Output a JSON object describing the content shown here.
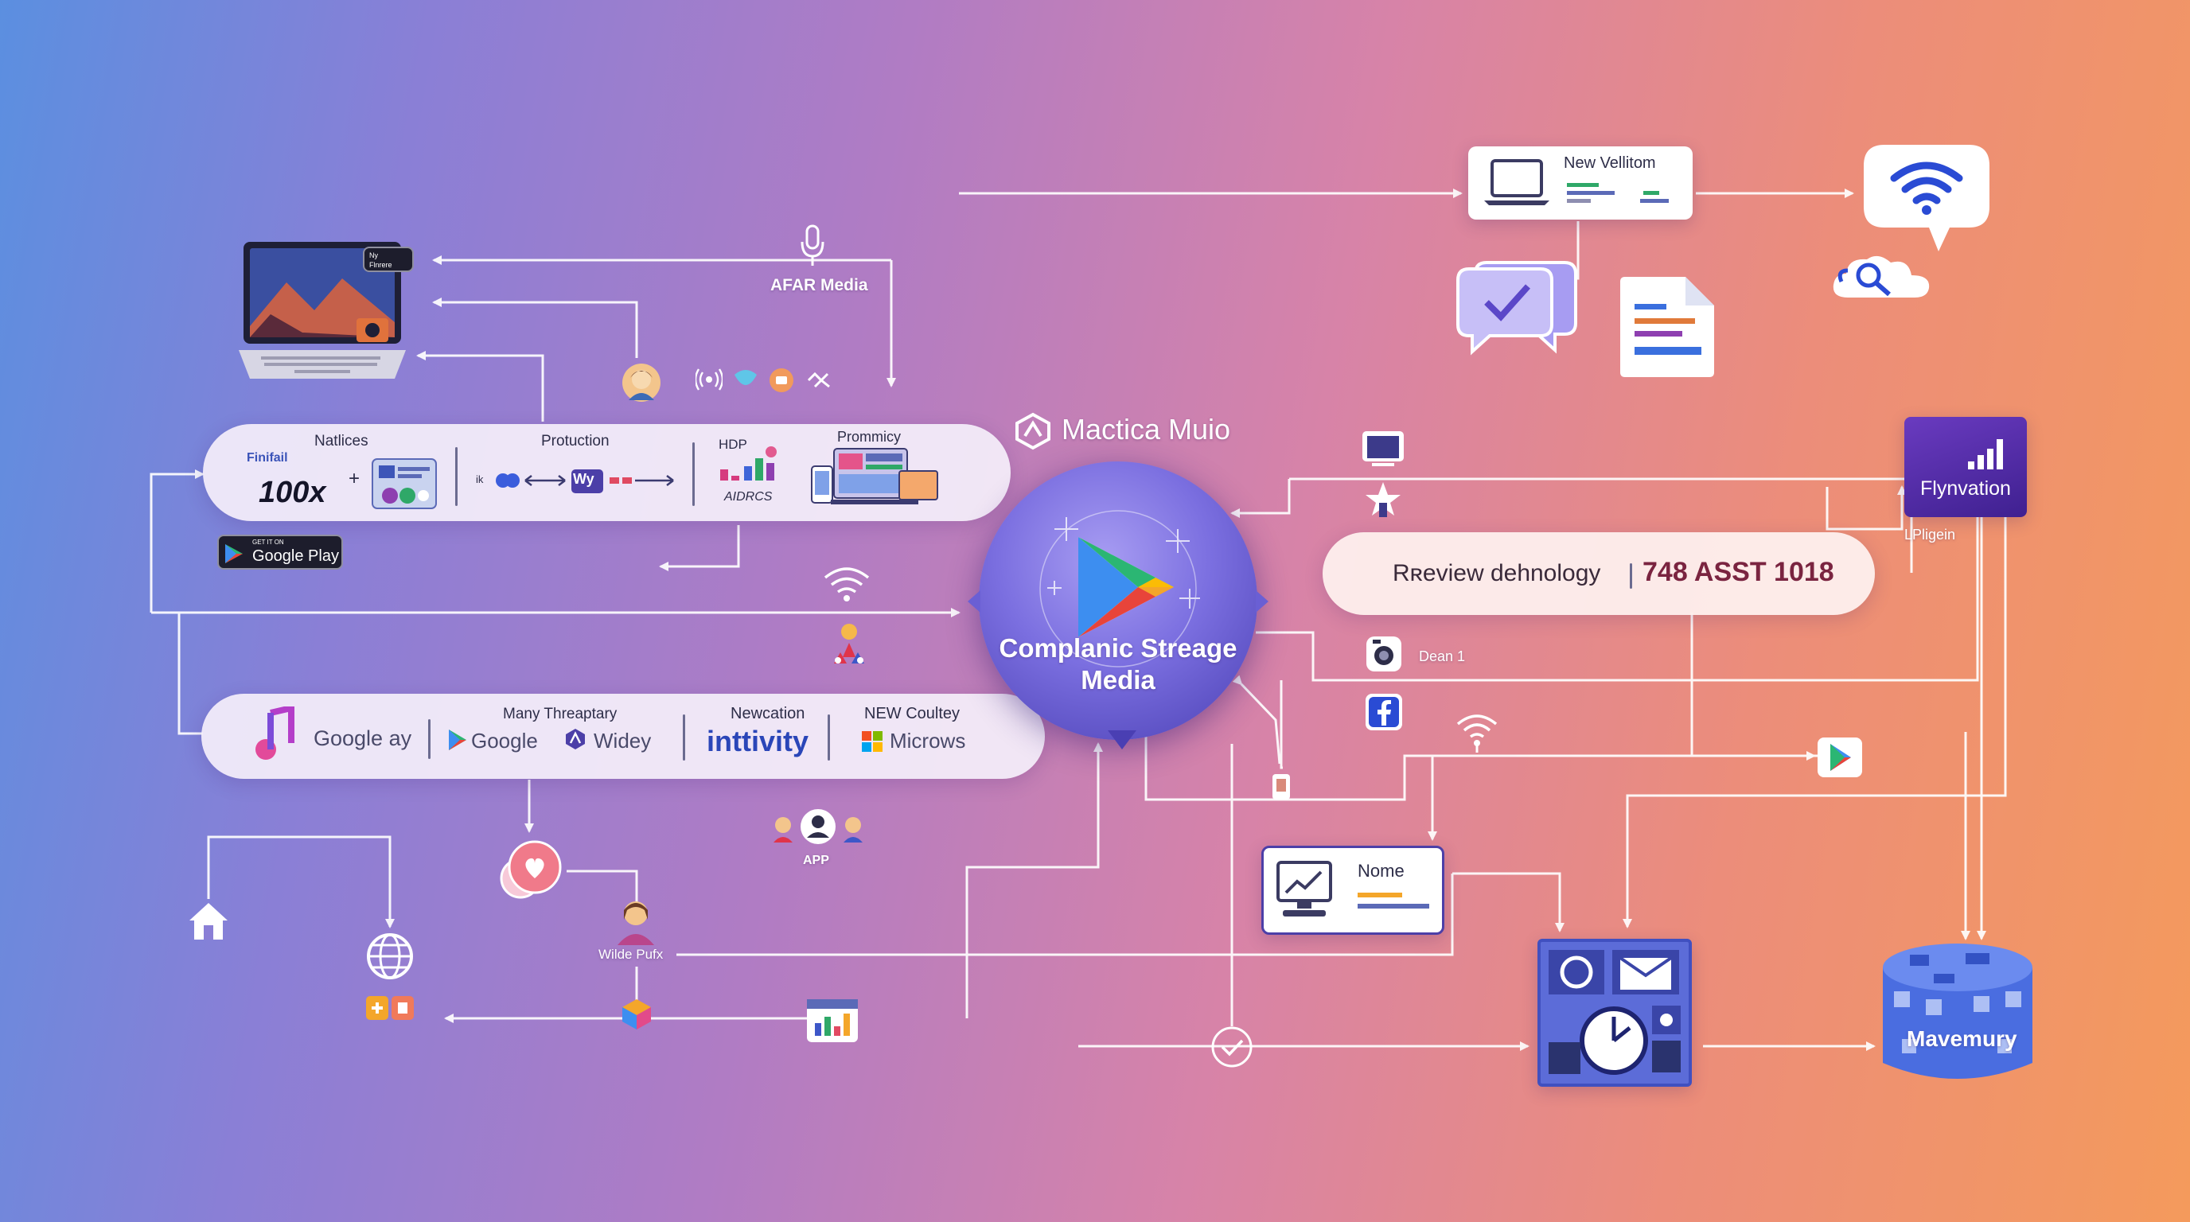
{
  "diagram": {
    "nodes": {
      "afar_media": "AFAR Media",
      "brand_center": "Mactica Muio",
      "core_hub": {
        "line1": "Complanic Streage",
        "line2": "Media"
      },
      "new_vellitom": "New Vellitom",
      "fly_nvation": "Flynvation",
      "lpligein": "LPligein",
      "review_bar": {
        "label": "Rʀeview dehnology",
        "value": "748 ASST 1018"
      },
      "dean": "Dean 1",
      "nome": "Nome",
      "app": "APP",
      "wilde_pufx": "Wilde Pufx",
      "mavemury": "Mavemury"
    },
    "top_pill": {
      "natlices": {
        "title": "Natlices",
        "brand": "Finifail",
        "value": "100x",
        "plus": "+"
      },
      "protuction": {
        "title": "Protuction",
        "prefix": "ik",
        "badge": "Wy"
      },
      "hdp": {
        "title": "HDP",
        "sub": "AIDRCS"
      },
      "prommicy": {
        "title": "Prommicy"
      }
    },
    "google_play_badge": {
      "small": "GET IT ON",
      "big": "Google Play"
    },
    "bottom_pill": {
      "google_ay": "Google ay",
      "many_threaptary": {
        "title": "Many Threaptary",
        "brand": "Google",
        "widey": "Widey"
      },
      "newcation": {
        "title": "Newcation",
        "value": "inttivity"
      },
      "new_coultey": {
        "title": "NEW Coultey",
        "brand": "Microws"
      }
    },
    "laptop_badge": {
      "line1": "Ny",
      "line2": "Flnrere"
    }
  },
  "colors": {
    "hub_center": "#7b6fe0",
    "hub_edge": "#4a3fb3",
    "line": "#ffffff",
    "review_value": "#7a2440",
    "newcation_blue": "#2a46b8",
    "fly_purple": "#5b2fa8"
  },
  "icons": [
    "laptop-icon",
    "microphone-icon",
    "avatar-icon",
    "signal-icon",
    "wifi-icon",
    "cloud-search-icon",
    "chat-check-icon",
    "document-icon",
    "monitor-icon",
    "star-icon",
    "camera-icon",
    "facebook-icon",
    "play-icon",
    "house-icon",
    "globe-icon",
    "heart-chat-icon",
    "calendar-chart-icon",
    "check-circle-icon",
    "dashboard-icon",
    "database-icon",
    "music-note-icon"
  ]
}
